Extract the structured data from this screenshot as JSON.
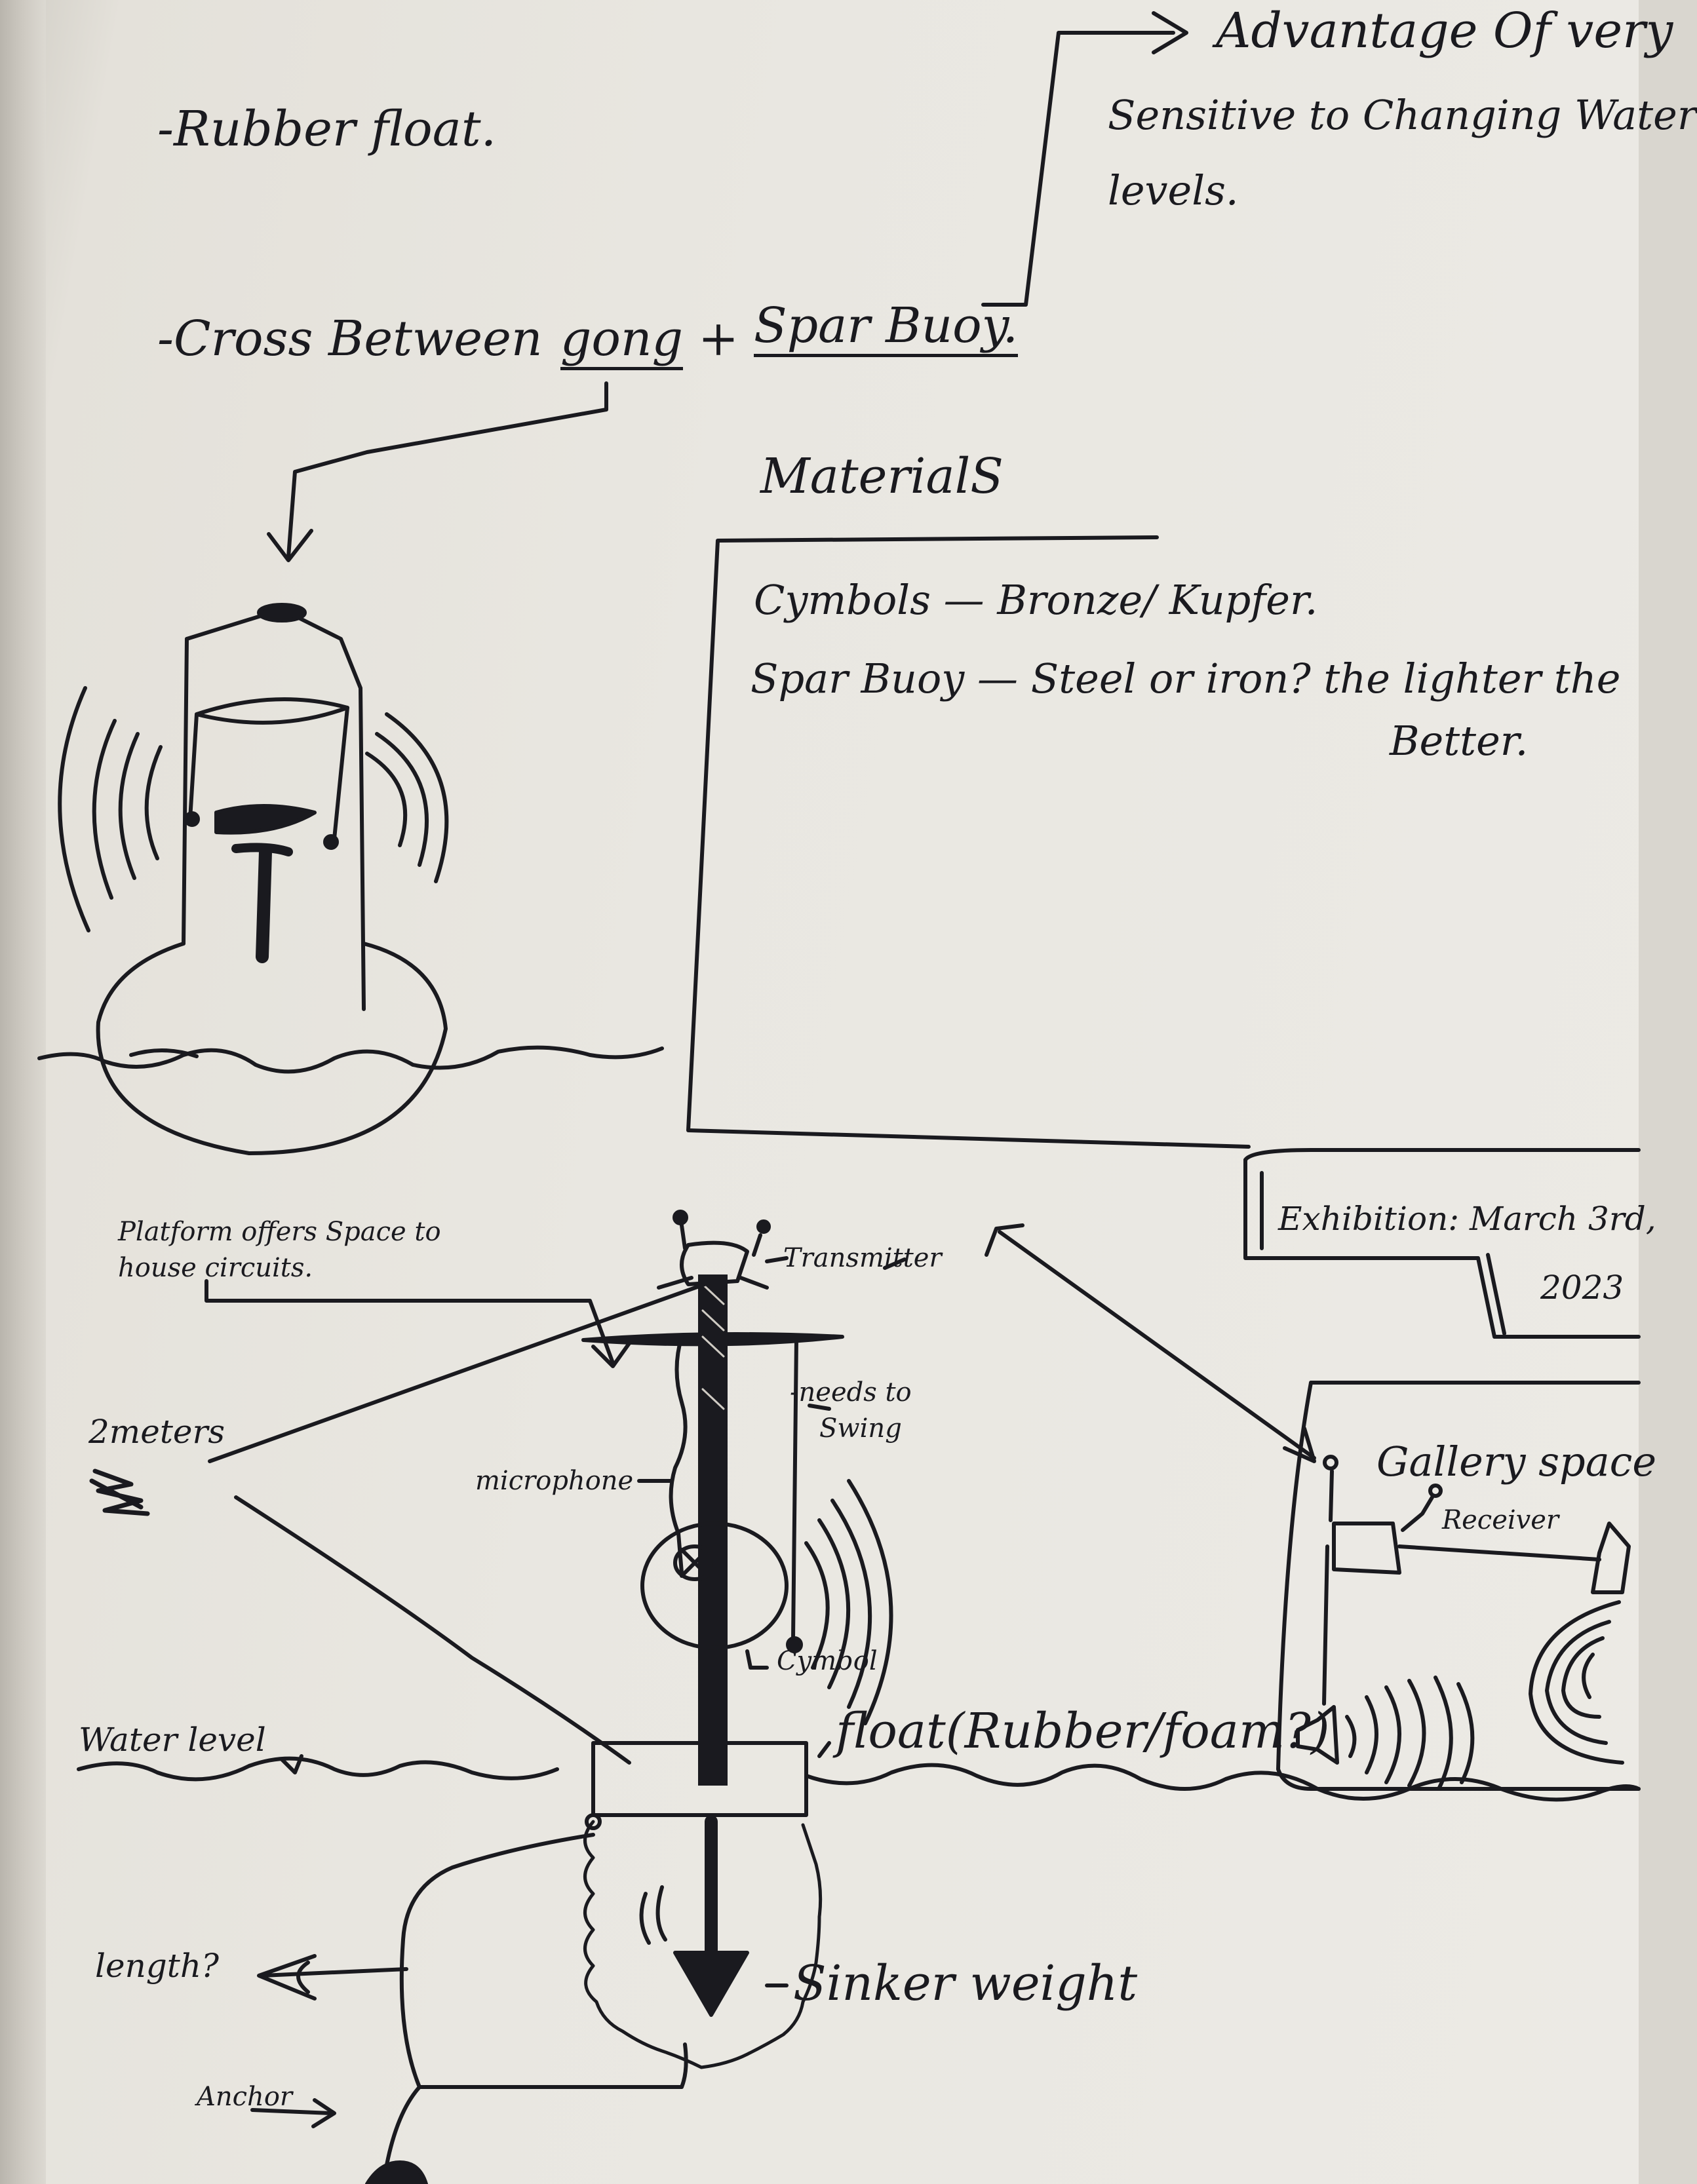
{
  "notes": {
    "rubber_float": "-Rubber float.",
    "cross_prefix": "-Cross Between",
    "gong": "gong",
    "plus": "+",
    "spar_buoy": "Spar Buoy."
  },
  "advantage": {
    "line1": "Advantage Of very",
    "line2": "Sensitive to Changing Water",
    "line3": "levels."
  },
  "materials": {
    "title": "MaterialS",
    "cymbals": "Cymbols — Bronze/ Kupfer.",
    "spar_buoy_line": "Spar Buoy — Steel or iron? the lighter the",
    "spar_buoy_line2": "Better."
  },
  "exhibition": {
    "line1": "Exhibition: March 3rd,",
    "line2": "2023"
  },
  "diagram": {
    "platform_line1": "Platform offers Space to",
    "platform_line2": "house circuits.",
    "transmitter": "Transmitter",
    "meters": "2meters",
    "needs_to_swing_1": "-needs to",
    "needs_to_swing_2": "Swing",
    "microphone": "microphone",
    "cymbol": "Cymbol",
    "float": "float(Rubber/foam?)",
    "water_level": "Water level",
    "sinker": "Sinker weight",
    "length": "length?",
    "anchor": "Anchor"
  },
  "gallery": {
    "title": "Gallery space",
    "receiver": "Receiver"
  },
  "colors": {
    "ink": "#1a1a1f",
    "paper": "#eceae5"
  }
}
